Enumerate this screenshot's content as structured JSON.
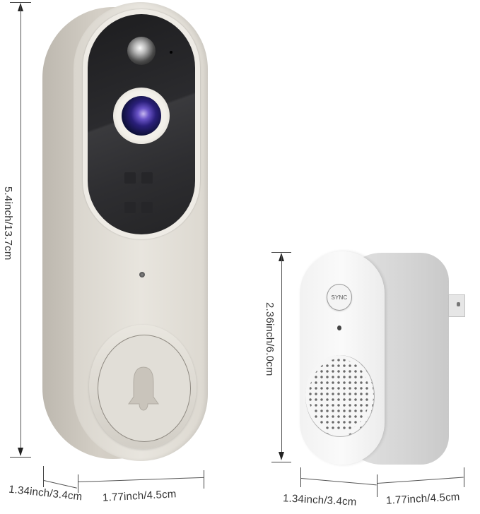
{
  "image": {
    "type": "product dimension diagram",
    "background_color": "#ffffff"
  },
  "doorbell": {
    "name": "video doorbell",
    "body_color": "#dcd8d0",
    "screen_color": "#1f1f21",
    "height_label": "5.4inch/13.7cm",
    "depth_label": "1.34inch/3.4cm",
    "width_label": "1.77inch/4.5cm",
    "features": [
      "pir-sensor",
      "microphone",
      "camera-lens",
      "ir-leds",
      "status-led",
      "bell-button"
    ],
    "button_icon": "bell-icon"
  },
  "chime": {
    "name": "plug-in chime",
    "body_color": "#f0f0f0",
    "height_label": "2.36inch/6.0cm",
    "depth_label": "1.34inch/3.4cm",
    "width_label": "1.77inch/4.5cm",
    "sync_button_label": "SYNC",
    "features": [
      "sync-button",
      "status-led",
      "speaker-grille",
      "ac-plug"
    ]
  },
  "dimension_line_color": "#555555",
  "arrow_color": "#222222"
}
